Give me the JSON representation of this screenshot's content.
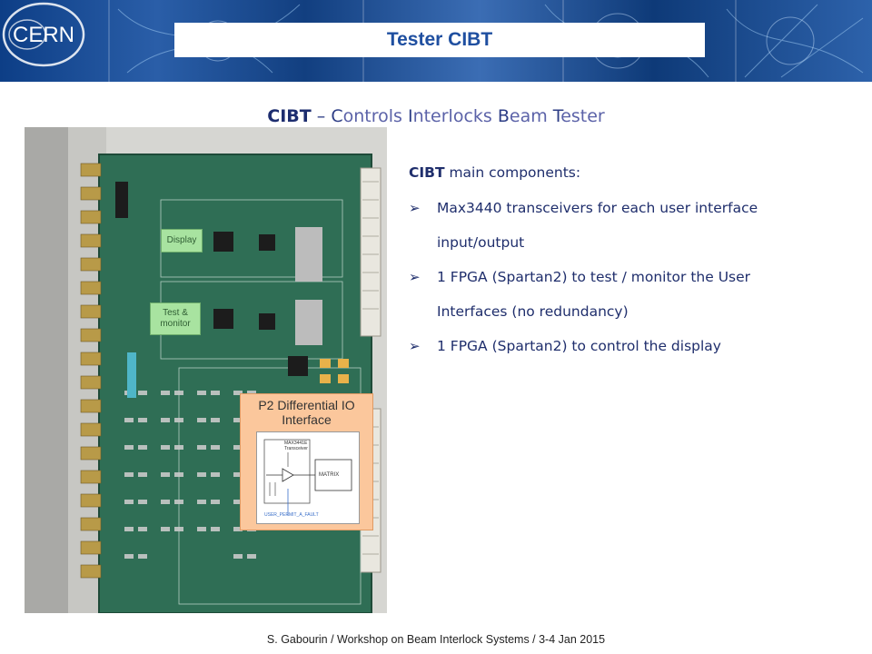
{
  "header": {
    "logo_text": "CERN",
    "slide_title": "Tester CIBT"
  },
  "subtitle": {
    "acronym": "CIBT",
    "dash": " – ",
    "w1_initial": "C",
    "w1_rest": "ontrols ",
    "w2_initial": "I",
    "w2_rest": "nterlocks ",
    "w3_initial": "B",
    "w3_rest": "eam ",
    "w4_initial": "T",
    "w4_rest": "ester"
  },
  "board": {
    "labels": {
      "display": "Display",
      "test_monitor": "Test &\nmonitor",
      "p2_title": "P2 Differential IO\nInterface",
      "schematic_chip": "MAX3441E\nTransceiver",
      "schematic_matrix": "MATRIX",
      "schematic_signal": "USER_PERMIT_A_FAULT"
    }
  },
  "components": {
    "heading_bold": "CIBT",
    "heading_rest": " main components:",
    "items": [
      {
        "line1": "Max3440 transceivers for each user interface",
        "line2": "input/output"
      },
      {
        "line1": "1 FPGA (Spartan2) to test / monitor the User",
        "line2": "Interfaces (no redundancy)"
      },
      {
        "line1": "1 FPGA (Spartan2) to control the display",
        "line2": ""
      }
    ],
    "bullet_icon": "arrow-bullet-icon"
  },
  "footer": {
    "text": "S. Gabourin / Workshop on Beam Interlock Systems / 3-4 Jan 2015"
  }
}
